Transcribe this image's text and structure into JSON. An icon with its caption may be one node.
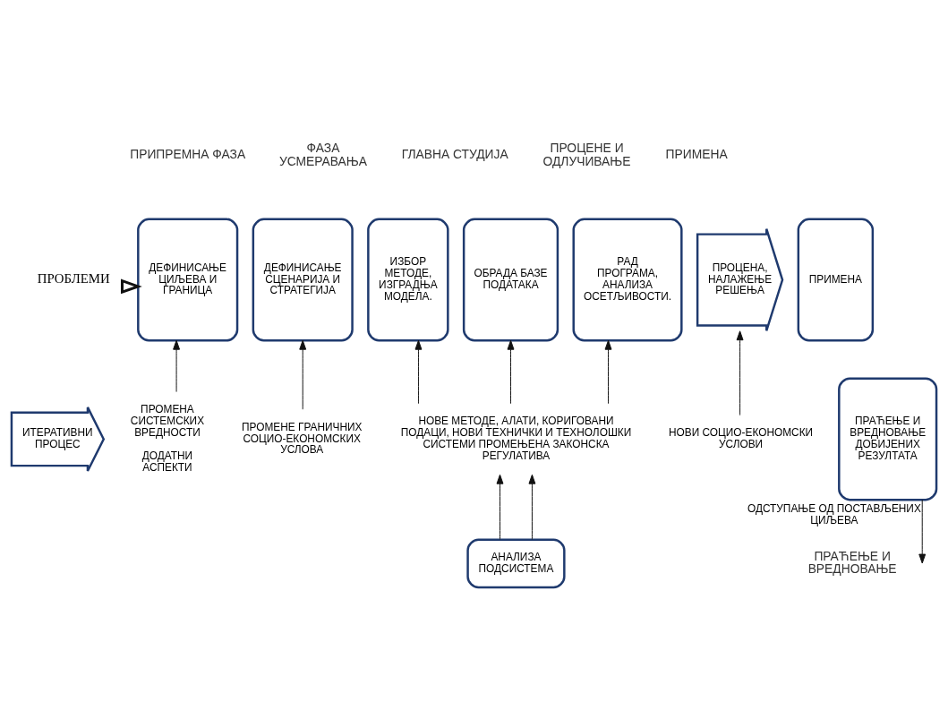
{
  "diagram": {
    "nodes": [
      {
        "text": [
          "ПРОБЛЕМИ"
        ]
      },
      {
        "text": [
          "ДЕФИНИСАЊЕ ЦИЉЕВА И ГРАНИЦА"
        ]
      },
      {
        "text": [
          "ДЕФИНИСАЊЕ СЦЕНАРИЈА И СТРАТЕГИЈА"
        ]
      },
      {
        "text": [
          "ИЗБОР МЕТОДЕ, ИЗГРАДЊА МОДЕЛА."
        ]
      },
      {
        "text": [
          "ОБРАДА БАЗЕ ПОДАТАКА"
        ]
      },
      {
        "text": [
          "РАД ПРОГРАМА, АНАЛИЗА ОСЕТЉИВОСТИ."
        ]
      },
      {
        "text": [
          "ПРОЦЕНА, НАЛАЖЕЊЕ РЕШЕЊА"
        ]
      },
      {
        "text": [
          "ПРИМЕНА"
        ]
      },
      {
        "text": [
          "ПРАЋЕЊЕ И ВРЕДНОВАЊЕ ДОБИЈЕНИХ РЕЗУЛТАТА"
        ]
      },
      {
        "text": [
          "ИТЕРАТИВНИ ПРОЦЕС"
        ]
      },
      {
        "text": [
          "ПРОМЕНА СИСТЕМСКИХ ВРЕДНОСТИ",
          "ДОДАТНИ АСПЕКТИ"
        ]
      },
      {
        "text": [
          "ПРОМЕНЕ ГРАНИЧНИХ СОЦИО-ЕКОНОМСКИХ УСЛОВА"
        ]
      },
      {
        "text": [
          "НОВЕ МЕТОДЕ, АЛАТИ, КОРИГОВАНИ ПОДАЦИ, НОВИ ТЕХНИЧКИ И ТЕХНОЛОШКИ СИСТЕМИ ПРОМЕЊЕНА ЗАКОНСКА РЕГУЛАТИВА"
        ]
      },
      {
        "text": [
          "НОВИ СОЦИО-ЕКОНОМСКИ УСЛОВИ"
        ]
      },
      {
        "text": [
          "АНАЛИЗА ПОДСИСТЕМА"
        ]
      }
    ],
    "edges": [
      {
        "from": 0,
        "to": 1,
        "arrow": "to",
        "style": "thick"
      },
      {
        "from": 10,
        "to": 1,
        "arrow": "to"
      },
      {
        "from": 11,
        "to": 2,
        "arrow": "to"
      },
      {
        "from": 12,
        "to": 3,
        "arrow": "to"
      },
      {
        "from": 12,
        "to": 4,
        "arrow": "to"
      },
      {
        "from": 12,
        "to": 5,
        "arrow": "to"
      },
      {
        "from": 13,
        "to": 6,
        "arrow": "to"
      },
      {
        "from": 8,
        "to": null,
        "arrow": "to",
        "label": "ОДСТУПАЊЕ ОД ПОСТАВЉЕНИХ ЦИЉЕВА"
      },
      {
        "from": 14,
        "to": 12,
        "arrow": "to"
      },
      {
        "from": 14,
        "to": 12,
        "arrow": "to"
      }
    ],
    "labels": [
      "ПРИПРЕМНА ФАЗА",
      "ФАЗА УСМЕРАВАЊА",
      "ГЛАВНА СТУДИЈА",
      "ПРОЦЕНЕ И ОДЛУЧИВАЊЕ",
      "ПРИМЕНА",
      "ПРАЋЕЊЕ И ВРЕДНОВАЊЕ"
    ]
  }
}
